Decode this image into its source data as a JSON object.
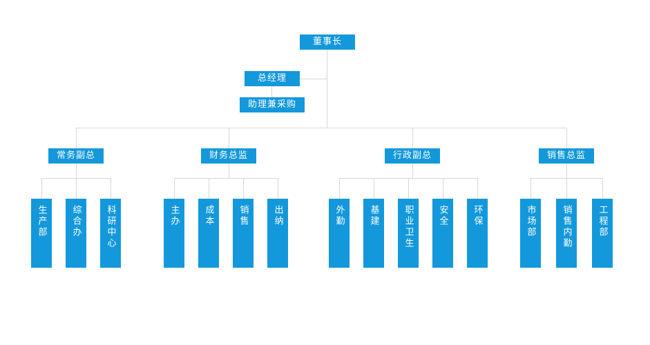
{
  "org": {
    "chairman": {
      "label": "董事长"
    },
    "general_manager": {
      "label": "总经理"
    },
    "assistant": {
      "label": "助理兼采购"
    },
    "branches": [
      {
        "label": "常务副总",
        "children": [
          {
            "label": "生产部"
          },
          {
            "label": "综合办"
          },
          {
            "label": "科研中心"
          }
        ]
      },
      {
        "label": "财务总监",
        "children": [
          {
            "label": "主办"
          },
          {
            "label": "成本"
          },
          {
            "label": "销售"
          },
          {
            "label": "出纳"
          }
        ]
      },
      {
        "label": "行政副总",
        "children": [
          {
            "label": "外勤"
          },
          {
            "label": "基建"
          },
          {
            "label": "职业卫生"
          },
          {
            "label": "安全"
          },
          {
            "label": "环保"
          }
        ]
      },
      {
        "label": "销售总监",
        "children": [
          {
            "label": "市场部"
          },
          {
            "label": "销售内勤"
          },
          {
            "label": "工程部"
          }
        ]
      }
    ],
    "colors": {
      "node_background": "#1398db",
      "node_text": "#ffffff",
      "connector_line": "#d6d6d6",
      "page_background": "#ffffff"
    }
  }
}
